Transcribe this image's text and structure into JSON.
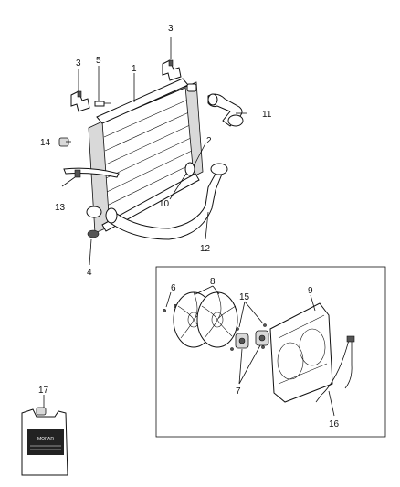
{
  "callouts": {
    "c1": "1",
    "c2": "2",
    "c3a": "3",
    "c3b": "3",
    "c4": "4",
    "c5": "5",
    "c6": "6",
    "c7": "7",
    "c8": "8",
    "c9": "9",
    "c10": "10",
    "c11": "11",
    "c12": "12",
    "c13": "13",
    "c14": "14",
    "c15": "15",
    "c16": "16",
    "c17": "17"
  },
  "jug": {
    "brand_logo": "MOPAR",
    "brand_text": "MOPAR"
  }
}
